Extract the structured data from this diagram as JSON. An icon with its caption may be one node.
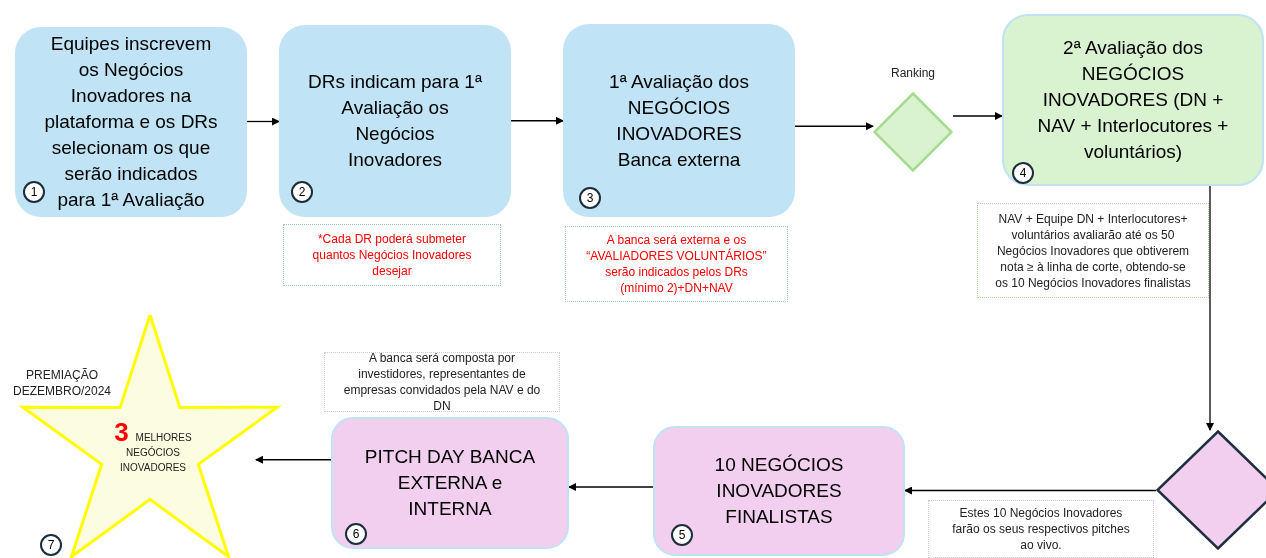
{
  "diagram": {
    "nodes": [
      {
        "text": [
          "Equipes inscrevem os Negócios Inovadores na plataforma e os DRs selecionam os que serão indicados para 1ª Avaliação"
        ]
      },
      {
        "text": [
          "1"
        ],
        "in": 0
      },
      {
        "text": [
          "DRs indicam para 1ª Avaliação os Negócios Inovadores"
        ]
      },
      {
        "text": [
          "2"
        ],
        "in": 2
      },
      {
        "text": [
          "*Cada DR poderá submeter quantos  Negócios Inovadores desejar"
        ]
      },
      {
        "text": [
          "1ª Avaliação dos NEGÓCIOS INOVADORES Banca externa"
        ]
      },
      {
        "text": [
          "3"
        ],
        "in": 5
      },
      {
        "text": [
          "A banca será externa e os “AVALIADORES VOLUNTÁRIOS” serão indicados pelos DRs (mínimo 2)+DN+NAV"
        ]
      },
      {
        "text": [],
        "shape": "diamond",
        "beside": [
          "Ranking"
        ]
      },
      {
        "text": [
          "2ª Avaliação dos NEGÓCIOS INOVADORES (DN + NAV + Interlocutores + voluntários)"
        ]
      },
      {
        "text": [
          "4"
        ],
        "in": 9
      },
      {
        "text": [
          "NAV + Equipe DN + Interlocutores+ voluntários avaliarão até os 50 Negócios Inovadores que obtiverem nota ≥ à linha de corte, obtendo-se os 10 Negócios Inovadores finalistas"
        ]
      },
      {
        "text": [],
        "shape": "diamond"
      },
      {
        "text": [
          "Estes 10 Negócios Inovadores farão os seus respectivos pitches ao vivo."
        ]
      },
      {
        "text": [
          "10 NEGÓCIOS INOVADORES FINALISTAS"
        ]
      },
      {
        "text": [
          "5"
        ],
        "in": 14
      },
      {
        "text": [
          "A banca será composta por investidores, representantes de empresas convidados pela NAV e do DN"
        ]
      },
      {
        "text": [
          "PITCH DAY BANCA EXTERNA e INTERNA"
        ]
      },
      {
        "text": [
          "6"
        ],
        "in": 17
      },
      {
        "text": [
          "**3** MELHORES NEGÓCIOS INOVADORES"
        ],
        "beside": [
          "PREMIAÇÃO DEZEMBRO/2024"
        ]
      },
      {
        "text": [
          "7"
        ]
      }
    ],
    "edges": [
      {
        "from": 0,
        "to": 2,
        "arrow": "to"
      },
      {
        "from": 2,
        "to": 5,
        "arrow": "to"
      },
      {
        "from": 5,
        "to": 8,
        "arrow": "to"
      },
      {
        "from": 8,
        "to": 9,
        "arrow": "to"
      },
      {
        "from": 9,
        "to": 12,
        "arrow": "to"
      },
      {
        "from": 12,
        "to": 14,
        "arrow": "to"
      },
      {
        "from": 14,
        "to": 17,
        "arrow": "to"
      },
      {
        "from": 17,
        "to": 19,
        "arrow": "to"
      }
    ]
  }
}
